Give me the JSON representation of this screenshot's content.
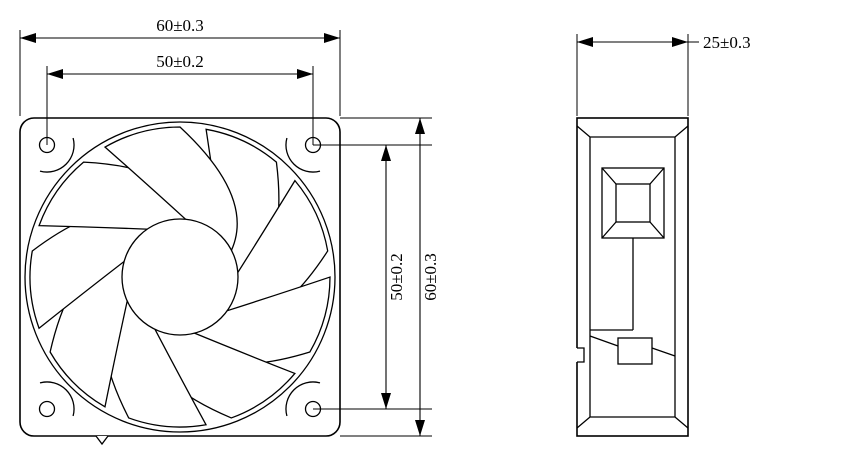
{
  "dimensions": {
    "front_width_outer": "60±0.3",
    "front_width_holes": "50±0.2",
    "front_height_holes": "50±0.2",
    "front_height_outer": "60±0.3",
    "side_depth": "25±0.3"
  },
  "colors": {
    "line": "#000000",
    "background": "#ffffff"
  }
}
